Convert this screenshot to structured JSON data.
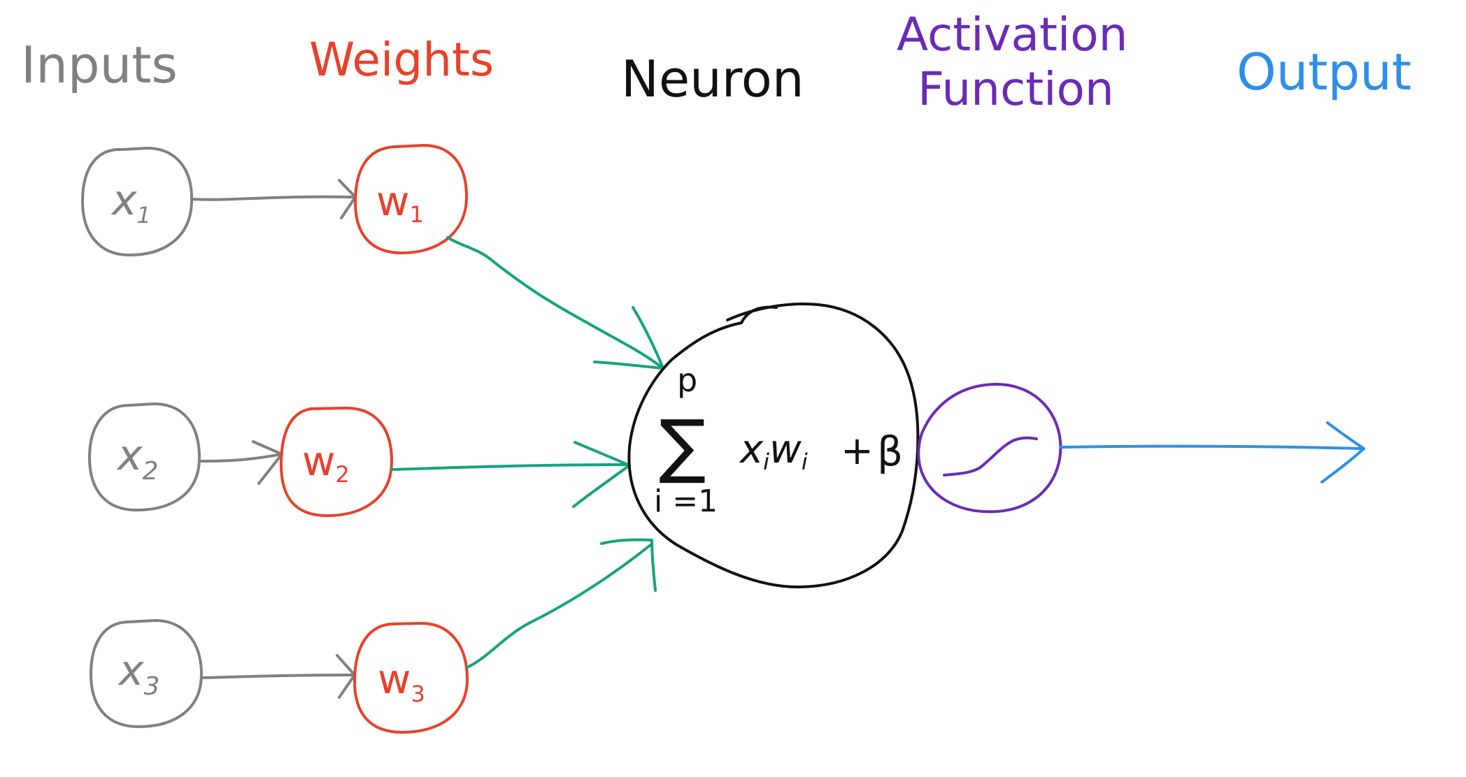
{
  "headers": {
    "inputs": "Inputs",
    "weights": "Weights",
    "neuron": "Neuron",
    "activation_line1": "Activation",
    "activation_line2": "Function",
    "output": "Output"
  },
  "inputs": [
    {
      "base": "x",
      "sub": "1"
    },
    {
      "base": "x",
      "sub": "2"
    },
    {
      "base": "x",
      "sub": "3"
    }
  ],
  "weights": [
    {
      "base": "w",
      "sub": "1"
    },
    {
      "base": "w",
      "sub": "2"
    },
    {
      "base": "w",
      "sub": "3"
    }
  ],
  "formula": {
    "upper_limit": "p",
    "sigma": "∑",
    "lower_limit": "i =1",
    "term_x": "x",
    "term_x_sub": "i",
    "term_w": "w",
    "term_w_sub": "i",
    "plus": "+",
    "bias": "β"
  },
  "colors": {
    "inputs": "#808080",
    "weights": "#e8412a",
    "neuron": "#111111",
    "connections": "#14a37f",
    "activation": "#6a2bb8",
    "output": "#2e8fe8"
  }
}
